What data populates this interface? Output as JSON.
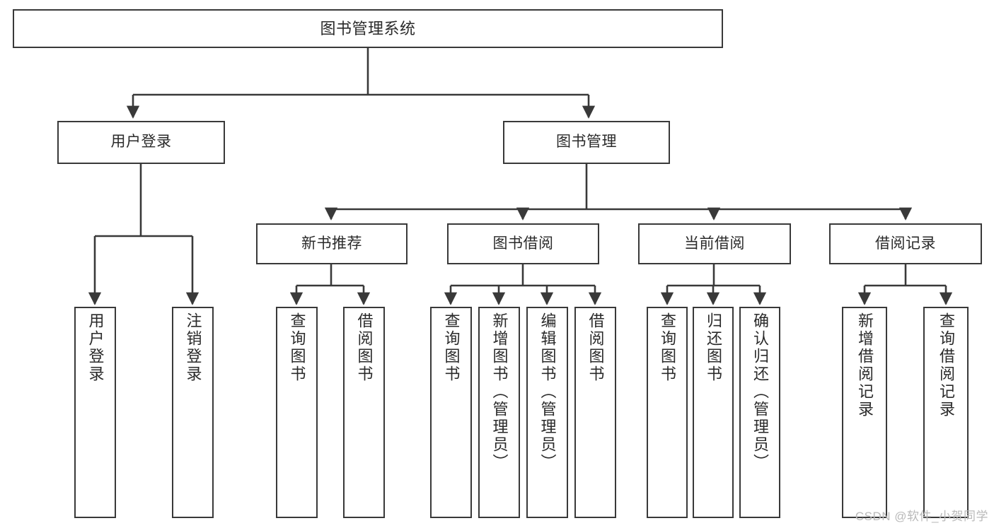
{
  "diagram": {
    "title": "图书管理系统",
    "type": "tree-hierarchy-chart",
    "colors": {
      "node_border": "#393939",
      "node_fill": "#ffffff",
      "edge": "#393939",
      "text": "#2a2a2a",
      "watermark": "#b9b9b9"
    },
    "root": {
      "id": "root",
      "label": "图书管理系统",
      "orientation": "horizontal"
    },
    "level2": [
      {
        "id": "user-login",
        "label": "用户登录",
        "orientation": "horizontal"
      },
      {
        "id": "book-manage",
        "label": "图书管理",
        "orientation": "horizontal"
      }
    ],
    "level3": [
      {
        "id": "new-book-recommend",
        "label": "新书推荐",
        "orientation": "horizontal"
      },
      {
        "id": "book-borrow",
        "label": "图书借阅",
        "orientation": "horizontal"
      },
      {
        "id": "current-borrow",
        "label": "当前借阅",
        "orientation": "horizontal"
      },
      {
        "id": "borrow-record",
        "label": "借阅记录",
        "orientation": "horizontal"
      }
    ],
    "leaves": [
      {
        "id": "leaf-user-login",
        "label": "用户登录",
        "parent": "user-login",
        "orientation": "vertical"
      },
      {
        "id": "leaf-user-logout",
        "label": "注销登录",
        "parent": "user-login",
        "orientation": "vertical"
      },
      {
        "id": "leaf-query-book-1",
        "label": "查询图书",
        "parent": "new-book-recommend",
        "orientation": "vertical"
      },
      {
        "id": "leaf-borrow-book-1",
        "label": "借阅图书",
        "parent": "new-book-recommend",
        "orientation": "vertical"
      },
      {
        "id": "leaf-query-book-2",
        "label": "查询图书",
        "parent": "book-borrow",
        "orientation": "vertical"
      },
      {
        "id": "leaf-add-book",
        "label": "新增图书（管理员）",
        "parent": "book-borrow",
        "orientation": "vertical"
      },
      {
        "id": "leaf-edit-book",
        "label": "编辑图书（管理员）",
        "parent": "book-borrow",
        "orientation": "vertical"
      },
      {
        "id": "leaf-borrow-book-2",
        "label": "借阅图书",
        "parent": "book-borrow",
        "orientation": "vertical"
      },
      {
        "id": "leaf-query-book-3",
        "label": "查询图书",
        "parent": "current-borrow",
        "orientation": "vertical"
      },
      {
        "id": "leaf-return-book",
        "label": "归还图书",
        "parent": "current-borrow",
        "orientation": "vertical"
      },
      {
        "id": "leaf-confirm-return",
        "label": "确认归还（管理员）",
        "parent": "current-borrow",
        "orientation": "vertical"
      },
      {
        "id": "leaf-add-record",
        "label": "新增借阅记录",
        "parent": "borrow-record",
        "orientation": "vertical"
      },
      {
        "id": "leaf-query-record",
        "label": "查询借阅记录",
        "parent": "borrow-record",
        "orientation": "vertical"
      }
    ]
  },
  "watermark": {
    "text": "CSDN @软件_小贺同学"
  }
}
